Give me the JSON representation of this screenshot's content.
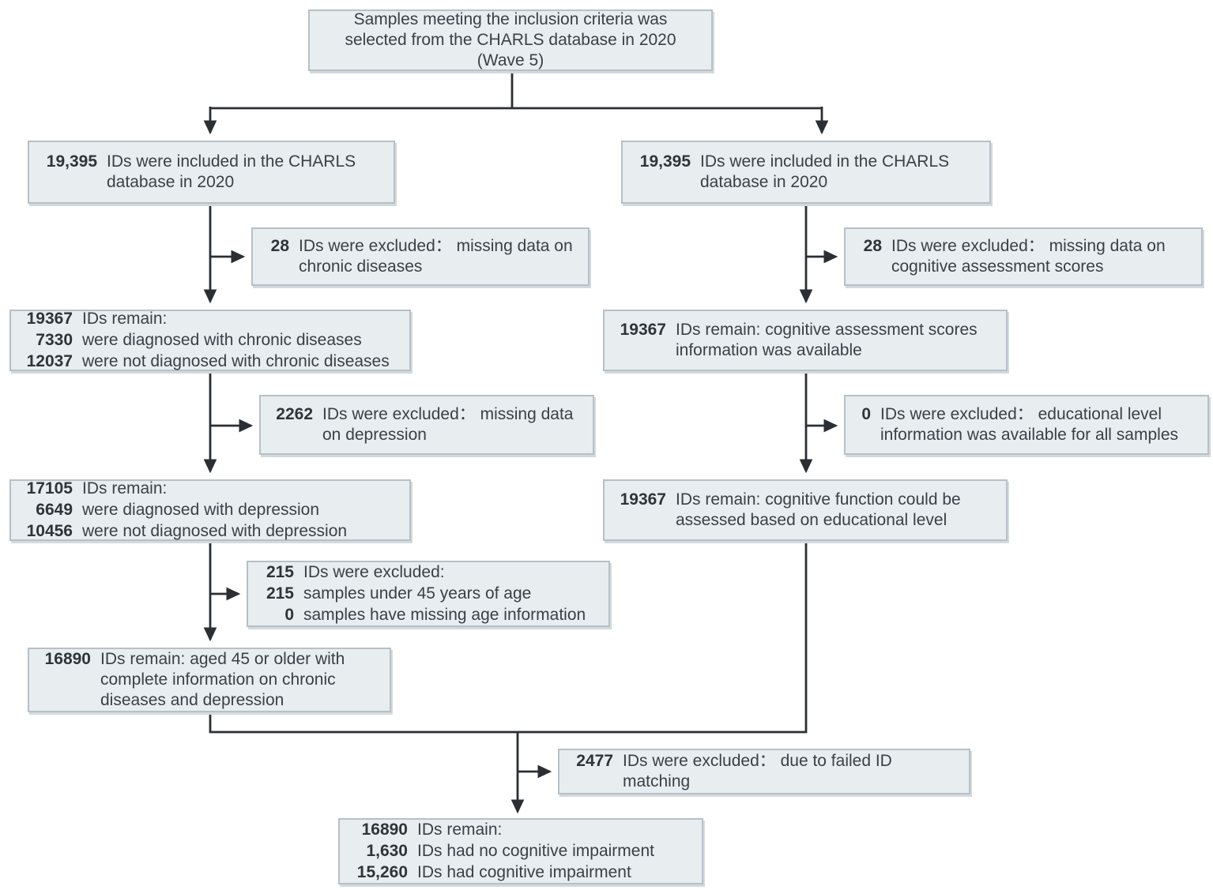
{
  "colors": {
    "box_fill": "#e8edf0",
    "box_border": "#b7c0c6",
    "line": "#2b2f33",
    "text": "#3a4045"
  },
  "boxes": {
    "top": {
      "text": "Samples meeting the inclusion criteria was selected from the CHARLS database in 2020 (Wave 5)"
    },
    "left_included": {
      "num": "19,395",
      "text": "IDs were included in the CHARLS database in 2020"
    },
    "right_included": {
      "num": "19,395",
      "text": "IDs were included in the CHARLS database in 2020"
    },
    "left_excluded_chronic": {
      "num": "28",
      "text": "IDs were excluded： missing data on chronic diseases"
    },
    "right_excluded_cognitive": {
      "num": "28",
      "text": "IDs were excluded： missing data on cognitive assessment scores"
    },
    "left_remain_chronic": {
      "rows": [
        {
          "num": "19367",
          "text": "IDs remain:"
        },
        {
          "num": "7330",
          "text": "were diagnosed with chronic diseases"
        },
        {
          "num": "12037",
          "text": "were not diagnosed with chronic diseases"
        }
      ]
    },
    "right_remain_scores": {
      "num": "19367",
      "text": "IDs remain: cognitive assessment scores information was available"
    },
    "left_excluded_depression": {
      "num": "2262",
      "text": "IDs were excluded： missing data on depression"
    },
    "right_excluded_education": {
      "num": "0",
      "text": "IDs were excluded： educational level information was available for all samples"
    },
    "left_remain_depression": {
      "rows": [
        {
          "num": "17105",
          "text": "IDs remain:"
        },
        {
          "num": "6649",
          "text": "were diagnosed with depression"
        },
        {
          "num": "10456",
          "text": "were not diagnosed with depression"
        }
      ]
    },
    "right_remain_function": {
      "num": "19367",
      "text": "IDs remain: cognitive function could be assessed based on educational level"
    },
    "left_excluded_age": {
      "rows": [
        {
          "num": "215",
          "text": "IDs were excluded:"
        },
        {
          "num": "215",
          "text": "samples under 45 years of age"
        },
        {
          "num": "0",
          "text": "samples have missing age information"
        }
      ]
    },
    "left_remain_aged": {
      "num": "16890",
      "text": "IDs remain: aged 45 or older with complete information on chronic diseases and depression"
    },
    "merge_excluded_matching": {
      "num": "2477",
      "text": "IDs were excluded： due to failed ID matching"
    },
    "final_remain": {
      "rows": [
        {
          "num": "16890",
          "text": "IDs remain:"
        },
        {
          "num": "1,630",
          "text": "IDs had no cognitive impairment"
        },
        {
          "num": "15,260",
          "text": "IDs had cognitive impairment"
        }
      ]
    }
  }
}
